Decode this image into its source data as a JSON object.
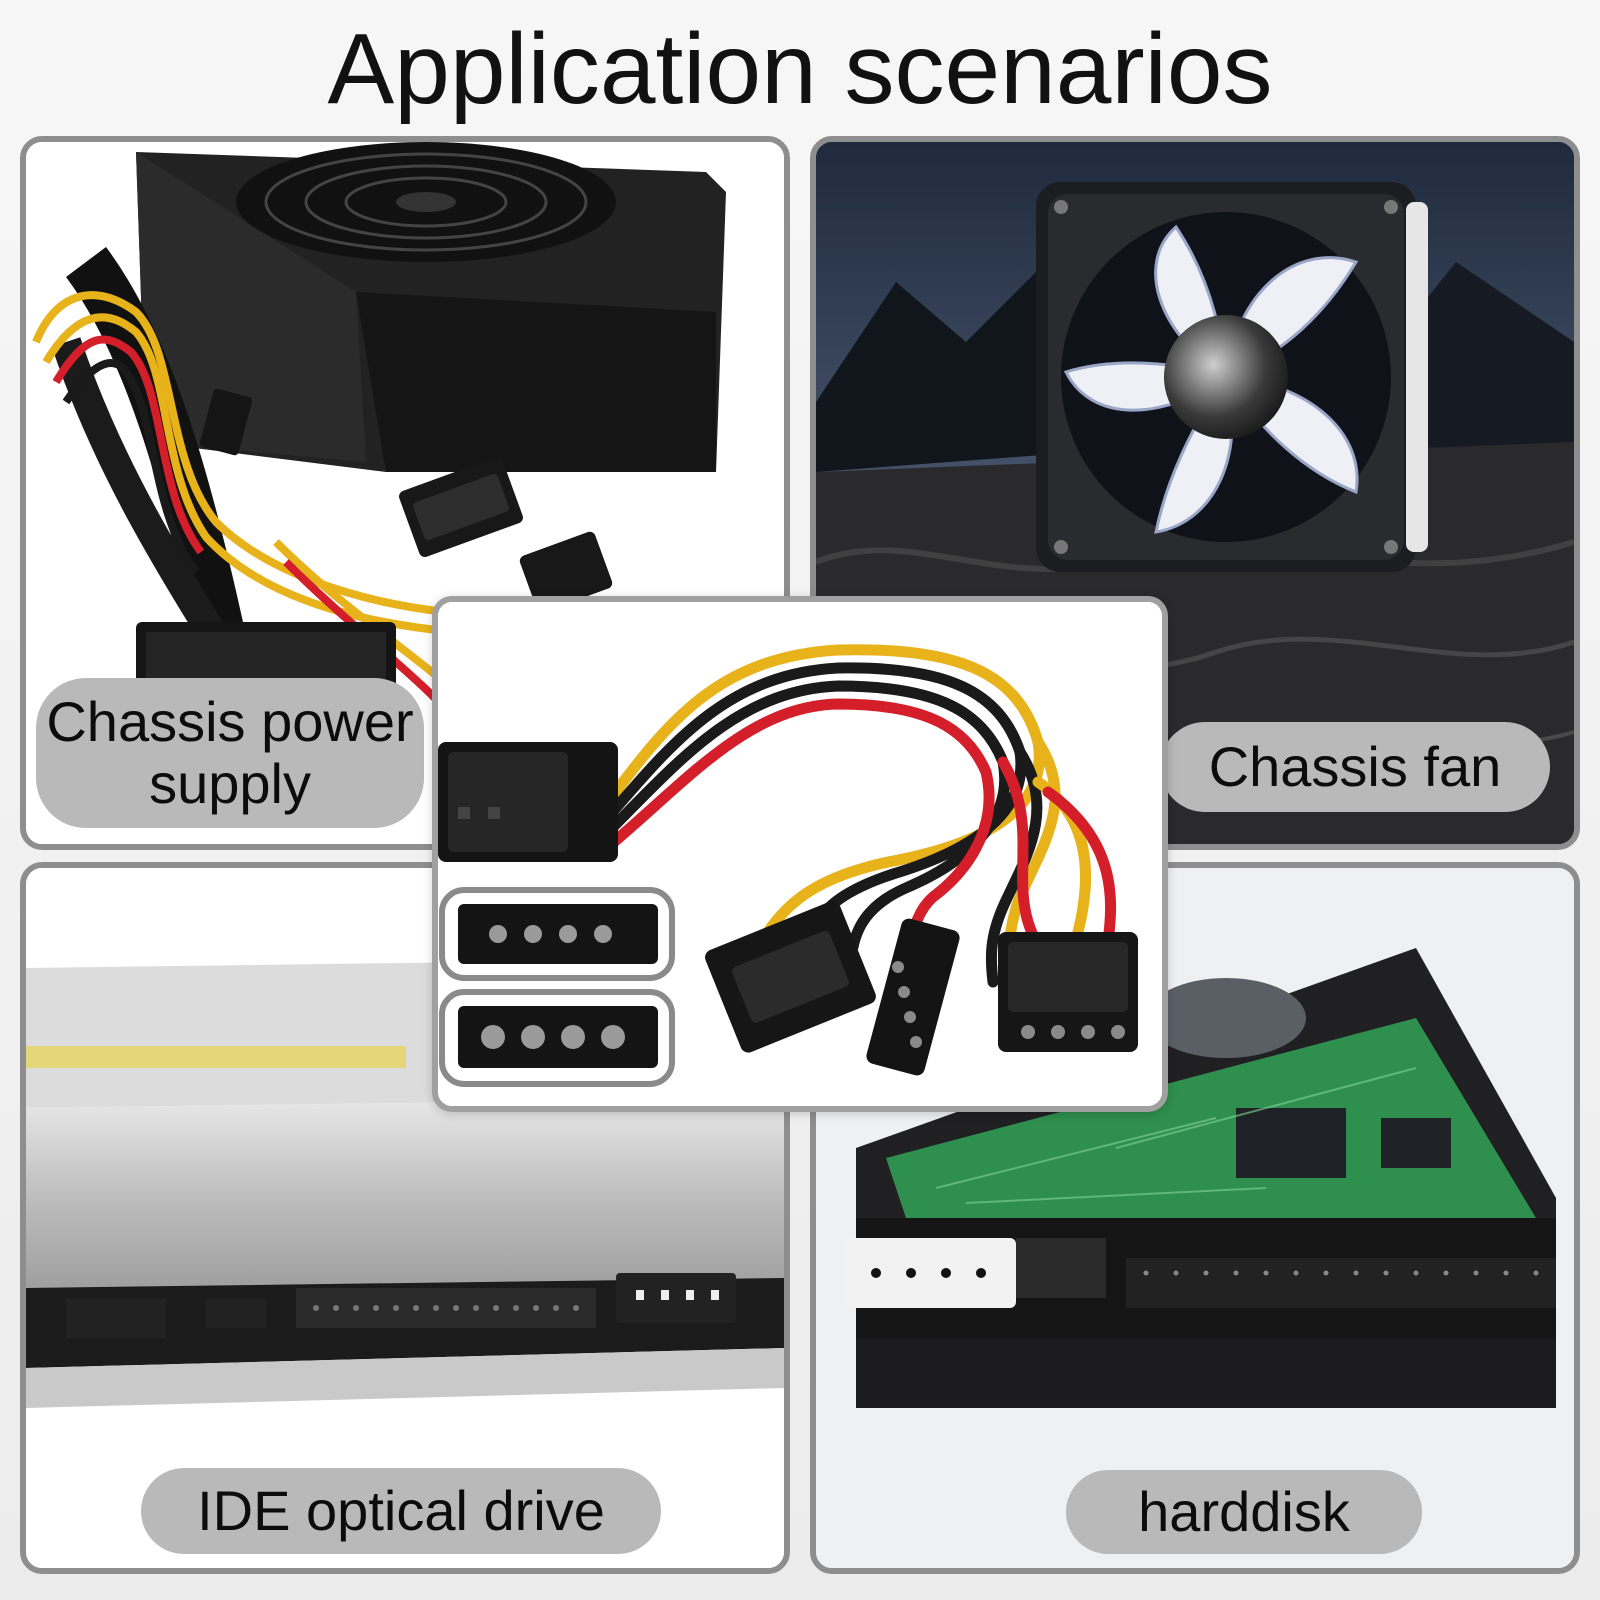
{
  "title": "Application scenarios",
  "panels": {
    "psu": {
      "label": "Chassis power supply",
      "label_line1": "Chassis power",
      "label_line2": "supply"
    },
    "fan": {
      "label": "Chassis fan"
    },
    "optical": {
      "label": "IDE optical drive"
    },
    "hdd": {
      "label": "harddisk"
    }
  },
  "icons": [
    "power-supply-icon",
    "fan-icon",
    "optical-drive-icon",
    "harddisk-icon",
    "molex-splitter-cable-icon",
    "molex-connector-icon"
  ],
  "colors": {
    "panel_border": "#8e8e8e",
    "label_pill": "#b9b9b9",
    "wire_yellow": "#e8b21a",
    "wire_red": "#d41f2a",
    "wire_black": "#1a1a1a",
    "pcb_green": "#2f8f4e"
  }
}
